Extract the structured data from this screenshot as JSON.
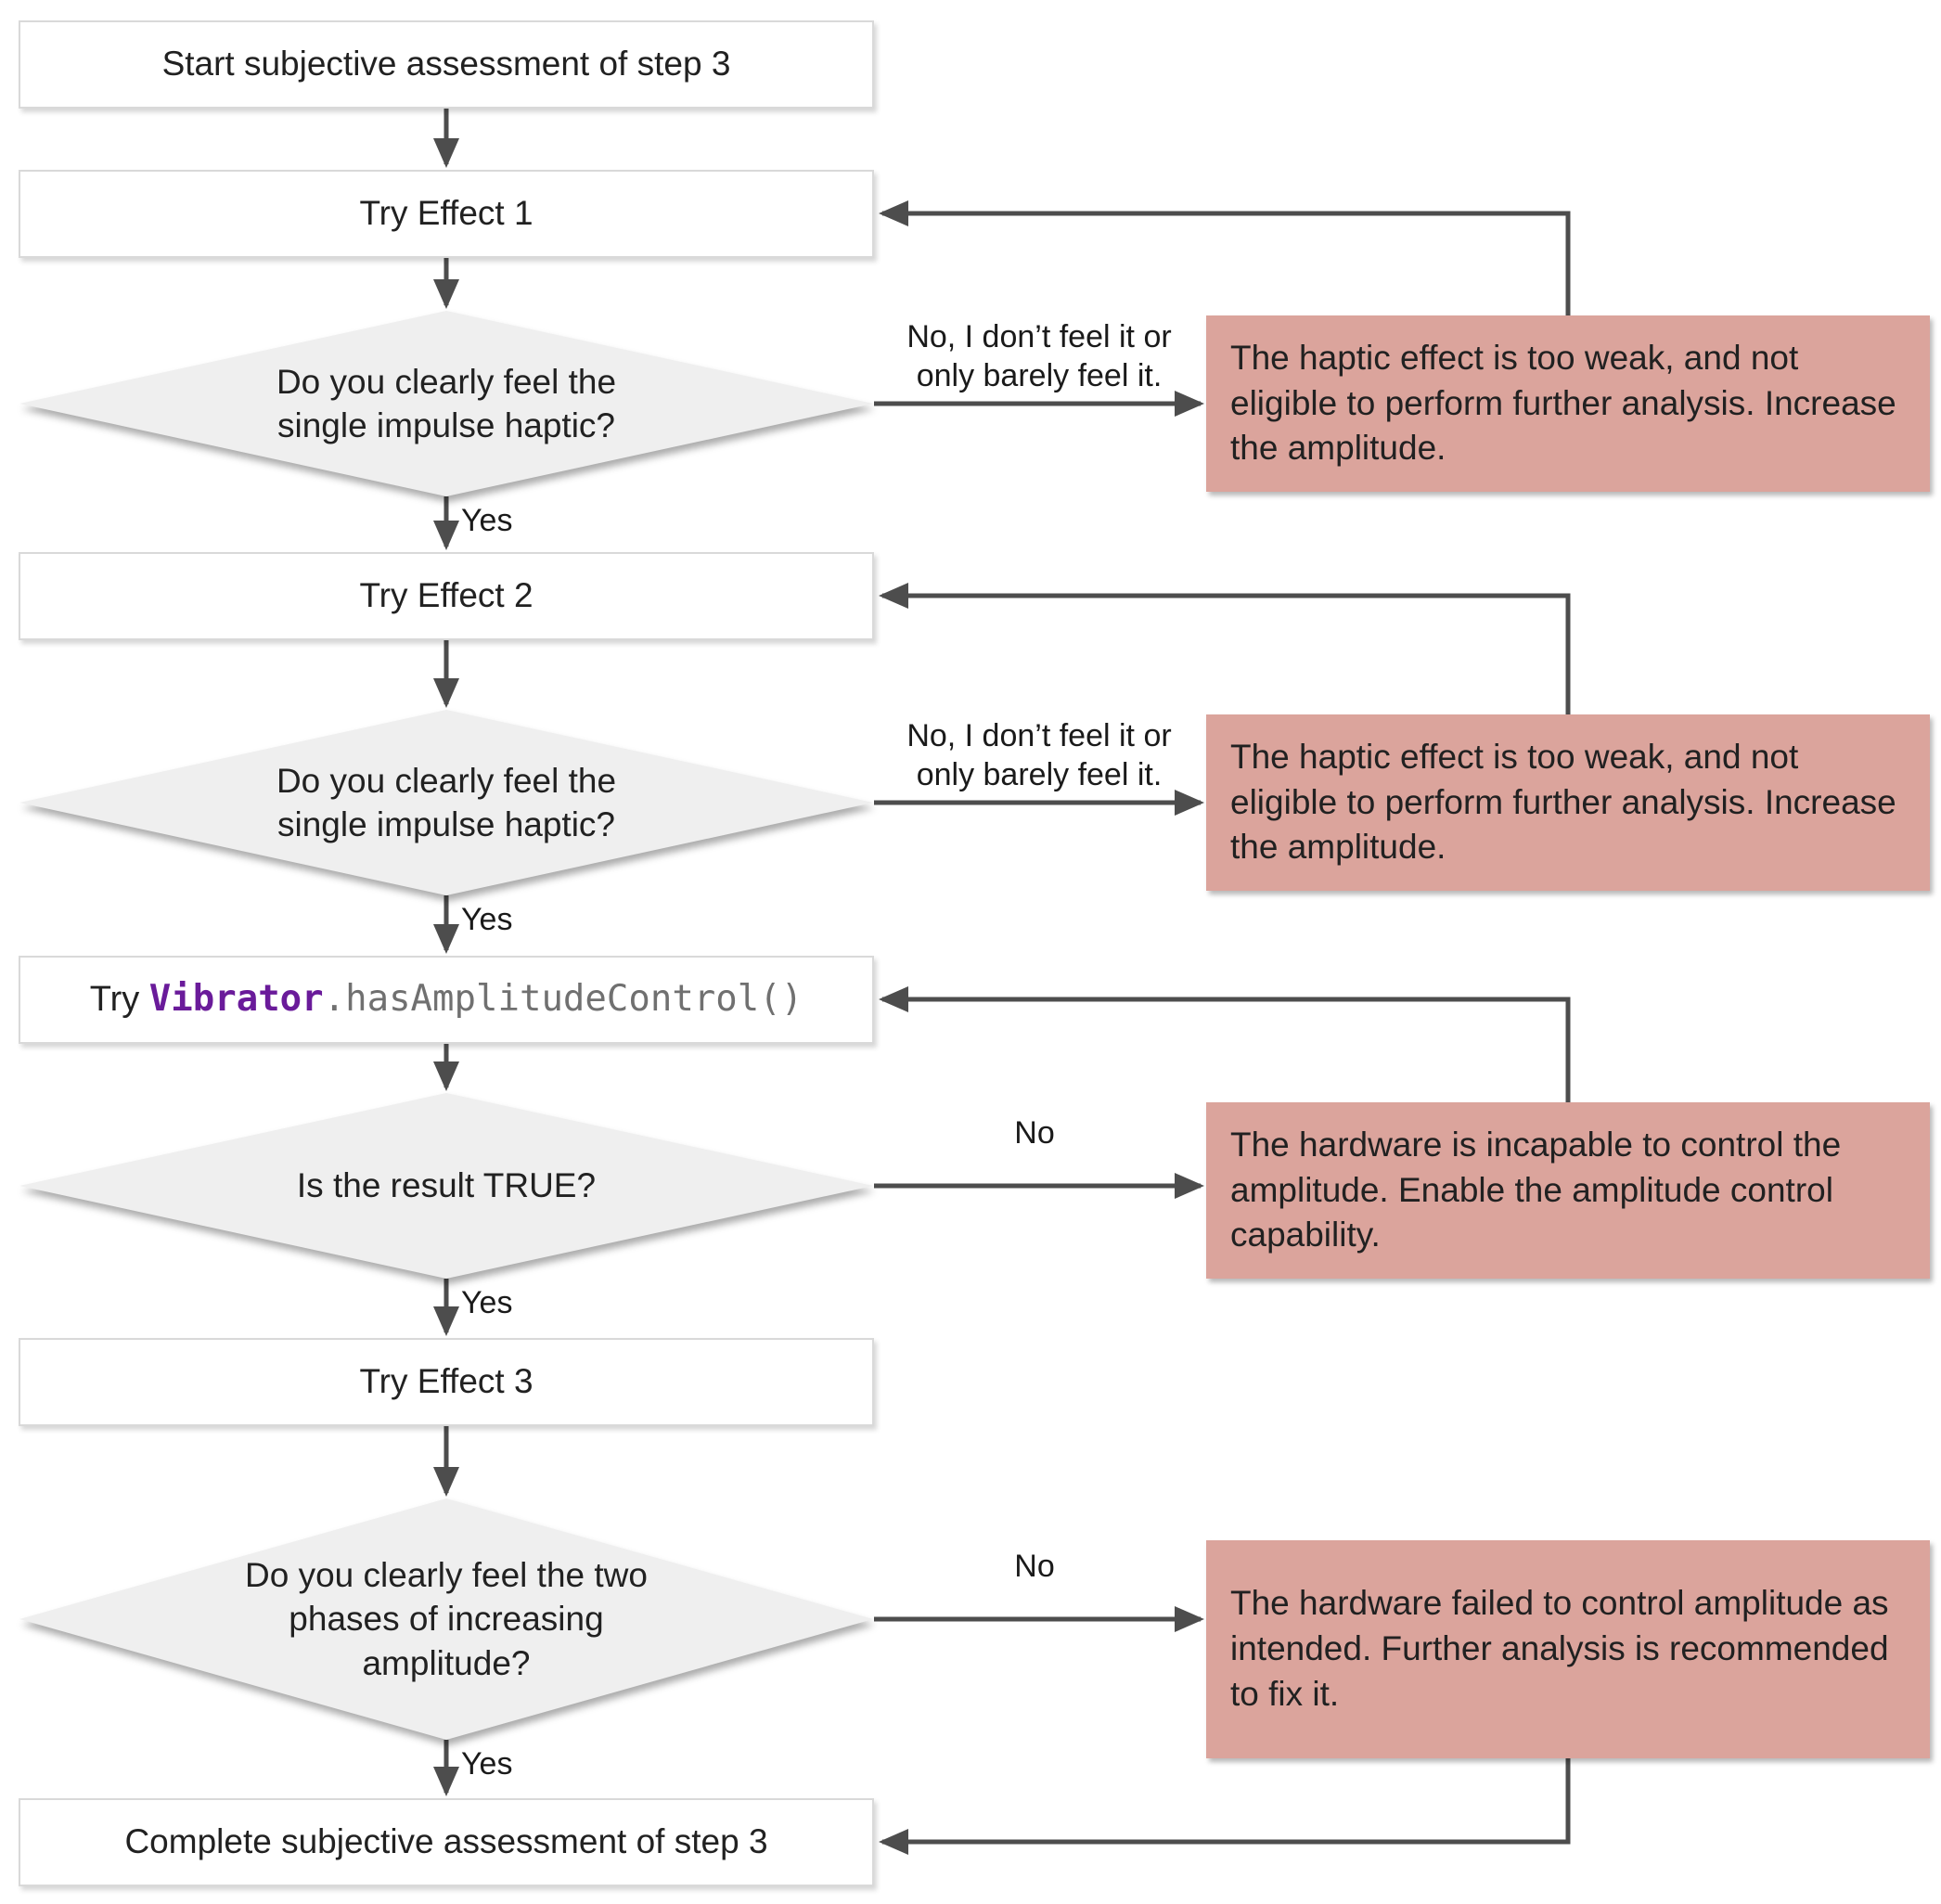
{
  "colors": {
    "alert_bg": "#dba49c",
    "diamond_bg": "#efefef",
    "arrow": "#4d4d4d",
    "code_class_color": "#6a1b9a",
    "code_method_color": "#707070"
  },
  "nodes": {
    "start": {
      "label": "Start subjective assessment of step 3"
    },
    "try_effect_1": {
      "label": "Try Effect 1"
    },
    "decision_single_impulse_1": {
      "lines": [
        "Do you clearly feel the",
        "single impulse haptic?"
      ]
    },
    "alert_too_weak_1": {
      "label": "The haptic effect is too weak, and not eligible to perform further analysis. Increase the amplitude."
    },
    "try_effect_2": {
      "label": "Try Effect 2"
    },
    "decision_single_impulse_2": {
      "lines": [
        "Do you clearly feel the",
        "single impulse haptic?"
      ]
    },
    "alert_too_weak_2": {
      "label": "The haptic effect is too weak, and not eligible to perform further analysis. Increase the amplitude."
    },
    "code_step": {
      "prefix": "Try ",
      "class_name": "Vibrator",
      "method": ".hasAmplitudeControl()"
    },
    "decision_result_true": {
      "label": "Is the result TRUE?"
    },
    "alert_incapable": {
      "label": "The hardware is incapable to control the amplitude. Enable the amplitude control capability."
    },
    "try_effect_3": {
      "label": "Try Effect 3"
    },
    "decision_two_phases": {
      "lines": [
        "Do you clearly feel the two",
        "phases of increasing",
        "amplitude?"
      ]
    },
    "alert_failed": {
      "label": "The hardware failed to control amplitude as intended. Further analysis is recommended to fix it."
    },
    "complete": {
      "label": "Complete subjective assessment of step 3"
    }
  },
  "edge_labels": {
    "no_feel_1": {
      "lines": [
        "No, I don’t feel it or",
        "only barely feel it."
      ]
    },
    "no_feel_2": {
      "lines": [
        "No, I don’t feel it or",
        "only barely feel it."
      ]
    },
    "yes_1": "Yes",
    "yes_2": "Yes",
    "yes_3": "Yes",
    "yes_4": "Yes",
    "no_3": "No",
    "no_4": "No"
  }
}
